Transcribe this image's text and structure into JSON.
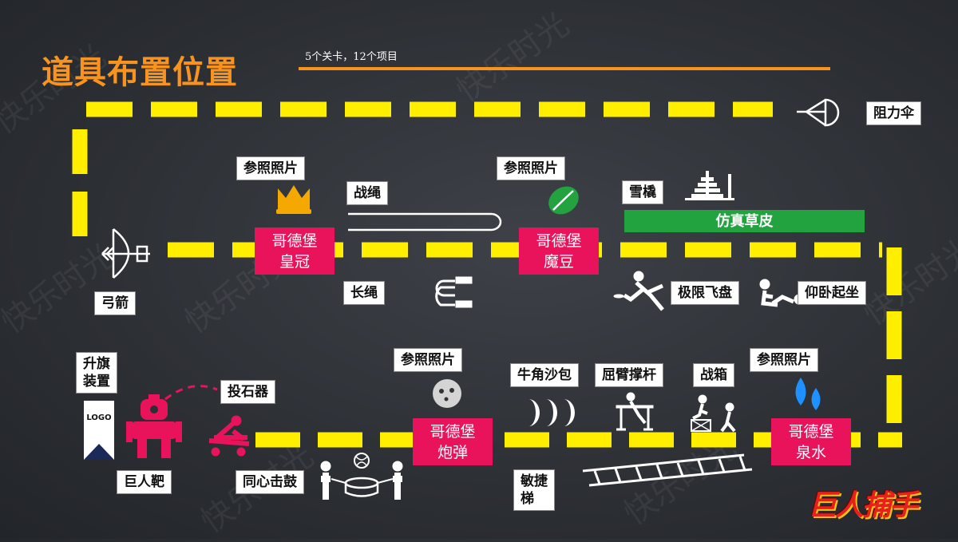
{
  "title": "道具布置位置",
  "subtitle": "5个关卡，12个项目",
  "watermark": "快乐时光",
  "logo_text": "巨人捕手",
  "colors": {
    "title": "#f7931e",
    "track": "#ffee00",
    "station": "#e8135b",
    "turf": "#22a33f",
    "icon": "#e8135b"
  },
  "props": {
    "parachute": "阻力伞",
    "battle_rope": "战绳",
    "sled": "雪橇",
    "bow": "弓箭",
    "long_rope": "长绳",
    "frisbee": "极限飞盘",
    "situp": "仰卧起坐",
    "flag": "升旗\n装置",
    "catapult": "投石器",
    "giant_target": "巨人靶",
    "drum": "同心击鼓",
    "sandbag": "牛角沙包",
    "pushup": "屈臂撑杆",
    "box": "战箱",
    "agility": "敏捷\n梯"
  },
  "photo_label": "参照照片",
  "stations": {
    "crown": "哥德堡\n皇冠",
    "bean": "哥德堡\n魔豆",
    "shell": "哥德堡\n炮弹",
    "spring": "哥德堡\n泉水"
  },
  "turf": "仿真草皮",
  "logo_sign": "LOGO",
  "icons": [
    "crown-icon",
    "coffee-bean-icon",
    "cannonball-icon",
    "water-drops-icon",
    "parachute-icon",
    "sled-icon",
    "bow-arrow-icon",
    "long-rope-icon",
    "battle-rope-icon",
    "frisbee-player-icon",
    "situp-icon",
    "flag-device-icon",
    "robot-target-icon",
    "catapult-icon",
    "drum-team-icon",
    "sandbag-icon",
    "pushup-bar-icon",
    "box-jump-icon",
    "agility-ladder-icon"
  ]
}
